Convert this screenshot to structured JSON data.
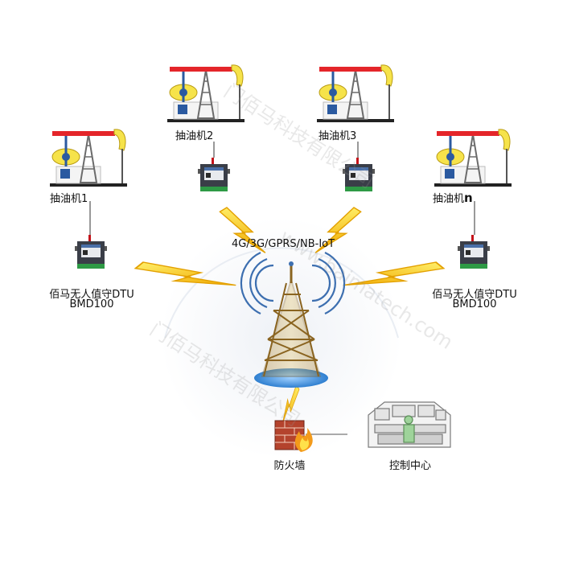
{
  "network_label": "4G/3G/GPRS/NB-IoT",
  "pumps": [
    {
      "label": "抽油机1"
    },
    {
      "label": "抽油机2"
    },
    {
      "label": "抽油机3"
    },
    {
      "label": "抽油机",
      "suffix": "n"
    }
  ],
  "dtu": {
    "name": "佰马无人值守DTU",
    "model": "BMD100"
  },
  "firewall": {
    "label": "防火墙"
  },
  "control": {
    "label": "控制中心"
  },
  "watermarks": {
    "company_a": "门佰马科技有限公司",
    "company_b": "门佰马科技有限公司",
    "website": "www.baimatech.com"
  },
  "colors": {
    "pump_head": "#e4252a",
    "pump_yellow": "#f6e34a",
    "tower": "#c8a24a",
    "lightning": "#f3b500",
    "signal": "#3d6fb0"
  }
}
